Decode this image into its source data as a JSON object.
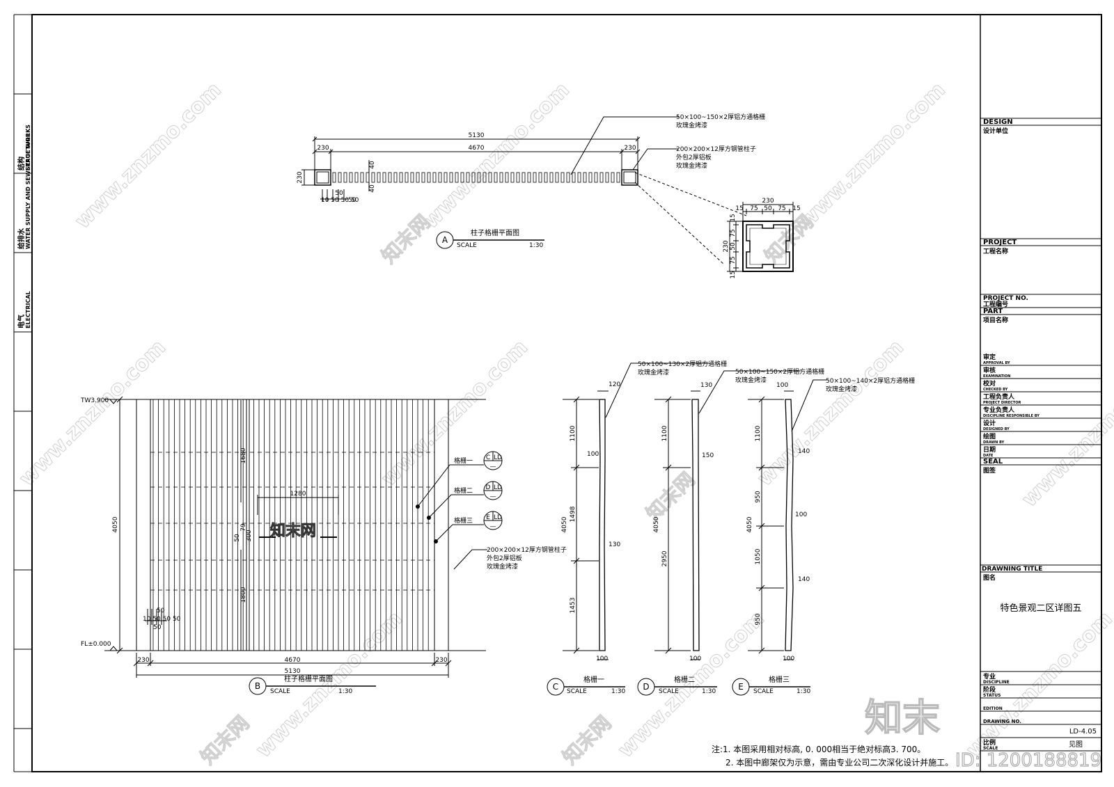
{
  "side_strip": {
    "structure_cn": "结构",
    "structure_en": "STRUCTURE",
    "water_cn": "给排水",
    "water_en": "WATER SUPPLY AND SEWERAGE WORKS",
    "electrical_cn": "电气",
    "electrical_en": "ELECTRICAL"
  },
  "title_block": {
    "design_en": "DESIGN",
    "design_cn": "设计单位",
    "project_en": "PROJECT",
    "project_cn": "工程名称",
    "project_no_en": "PROJECT NO.",
    "project_no_cn": "工程编号",
    "part_en": "PART",
    "part_cn": "项目名称",
    "approval_cn": "审定",
    "approval_en": "APPROVAL BY",
    "examination_cn": "审核",
    "examination_en": "EXAMINATION",
    "checked_cn": "校对",
    "checked_en": "CHECKED BY",
    "director_cn": "工程负责人",
    "director_en": "PROJECT DIRECTOR",
    "discipline_resp_cn": "专业负责人",
    "discipline_resp_en": "DISCIPLINE RESPONSIBLE BY",
    "designed_cn": "设计",
    "designed_en": "DESIGNED BY",
    "drawn_cn": "绘图",
    "drawn_en": "DRAWN BY",
    "date_cn": "日期",
    "date_en": "DATE",
    "seal_en": "SEAL",
    "seal_cn": "图签",
    "drawing_title_en": "DRAWNING  TITLE",
    "drawing_title_cn": "图名",
    "drawing_title_value": "特色景观二区详图五",
    "discipline_cn": "专业",
    "discipline_en": "DISCIPLINE",
    "status_cn": "阶段",
    "status_en": "STATUS",
    "edition_en": "EDITION",
    "drawing_no_en": "DRAWING NO.",
    "drawing_no_value": "LD-4.05",
    "scale_cn": "比例",
    "scale_en": "SCALE",
    "scale_value": "见图"
  },
  "view_a": {
    "letter": "A",
    "title": "柱子格栅平面图",
    "scale_label": "SCALE",
    "scale_value": "1:30",
    "dim_total": "5130",
    "dim_left": "230",
    "dim_mid": "4670",
    "dim_right": "230",
    "dim_side": "230",
    "dim_40a": "40",
    "dim_40b": "40",
    "dim_50a": "50",
    "dim_50b": "50",
    "dim_row": "10 50 50 50",
    "note_grille_1": "50×100~150×2厚铝方通格栅",
    "note_grille_2": "玫瑰金烤漆",
    "note_col_1": "200×200×12厚方钢管柱子",
    "note_col_2": "外包2厚铝板",
    "note_col_3": "玫瑰金烤漆",
    "detail_top": "230",
    "detail_top_row": [
      "15",
      "75",
      "50",
      "75",
      "15"
    ],
    "detail_side": "230",
    "detail_side_row": [
      "15",
      "75",
      "50",
      "75",
      "15"
    ]
  },
  "view_b": {
    "letter": "B",
    "title": "柱子格栅平面图",
    "scale_label": "SCALE",
    "scale_value": "1:30",
    "tw_label": "TW3.900",
    "fl_label": "FL±0.000",
    "dim_height": "4050",
    "dim_1680": "1680",
    "dim_1280": "1280",
    "dim_1800": "1800",
    "dim_50": "50",
    "dim_79": "79",
    "dim_300": "300",
    "dim_row_a": "50",
    "dim_row_b": "10 50 50 50",
    "dim_row_c": "50",
    "dim_bottom_left": "230",
    "dim_bottom_mid": "4670",
    "dim_bottom_right": "230",
    "dim_bottom_total": "5130",
    "grille1": "格栅一",
    "grille2": "格栅二",
    "grille3": "格栅三",
    "tag1_top": "C",
    "tag1_right": "LD",
    "tag2_top": "D",
    "tag2_right": "LD",
    "tag3_top": "E",
    "tag3_right": "LD",
    "tag_bottom": "—",
    "col_note_1": "200×200×12厚方钢管柱子",
    "col_note_2": "外包2厚铝板",
    "col_note_3": "玫瑰金烤漆"
  },
  "view_c": {
    "letter": "C",
    "title": "格栅一",
    "scale_label": "SCALE",
    "scale_value": "1:30",
    "note_1": "50×100~130×2厚铝方通格栅",
    "note_2": "玫瑰金烤漆",
    "top_w": "120",
    "bottom_w": "100",
    "mid1_w": "100",
    "mid2_w": "130",
    "total_h": "4050",
    "h1": "1100",
    "h2": "1498",
    "h3": "1453"
  },
  "view_d": {
    "letter": "D",
    "title": "格栅二",
    "scale_label": "SCALE",
    "scale_value": "1:30",
    "note_1": "50×100~150×2厚铝方通格栅",
    "note_2": "玫瑰金烤漆",
    "top_w": "130",
    "bottom_w": "100",
    "mid1_w": "150",
    "total_h": "4050",
    "h1": "1100",
    "h2": "2950"
  },
  "view_e": {
    "letter": "E",
    "title": "格栅三",
    "scale_label": "SCALE",
    "scale_value": "1:30",
    "note_1": "50×100~140×2厚铝方通格栅",
    "note_2": "玫瑰金烤漆",
    "top_w": "100",
    "bottom_w": "100",
    "mid1_w": "140",
    "mid2_w": "100",
    "mid3_w": "140",
    "total_h": "4050",
    "h1": "1100",
    "h2": "950",
    "h3": "1050",
    "h4": "950"
  },
  "notes": {
    "line1": "注:1. 本图采用相对标高, 0. 000相当于绝对标高3. 700。",
    "line2": "2. 本图中廊架仅为示意，需由专业公司二次深化设计并施工。"
  },
  "watermark": {
    "site": "www.znzmo.com",
    "brand": "知末网",
    "logo": "知末",
    "center": "知末网",
    "id_text": "ID: 1200188819"
  }
}
